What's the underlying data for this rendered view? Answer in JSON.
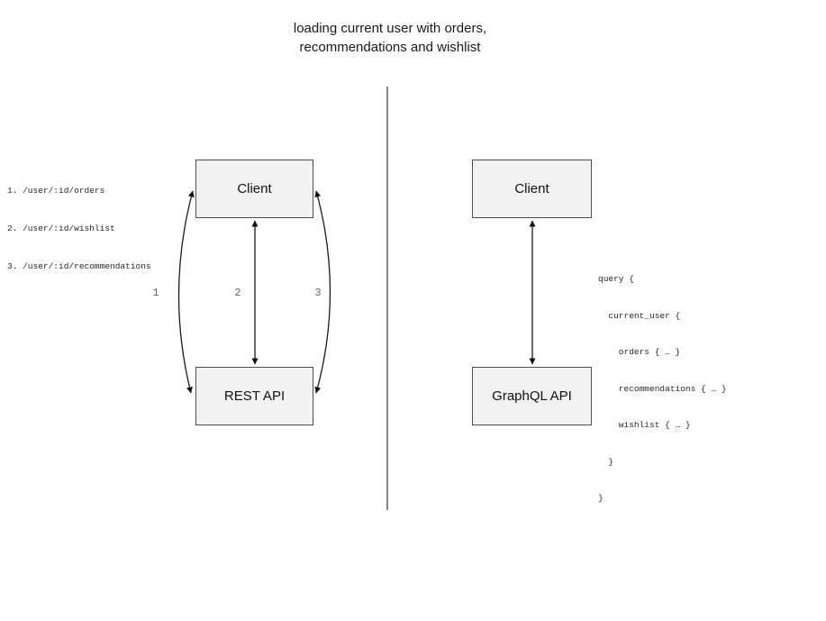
{
  "title": {
    "line1": "loading current user with orders,",
    "line2": "recommendations and wishlist"
  },
  "colors": {
    "box_fill": "#f2f2f2",
    "box_border": "#4d4d4d",
    "arrow": "#1a1a1a",
    "divider": "#666666",
    "code_text": "#262626",
    "arrow_label_text": "#666666"
  },
  "rest_panel": {
    "endpoints": [
      "1. /user/:id/orders",
      "2. /user/:id/wishlist",
      "3. /user/:id/recommendations"
    ],
    "client_label": "Client",
    "api_label": "REST API",
    "arrow_labels": [
      "1",
      "2",
      "3"
    ]
  },
  "graphql_panel": {
    "client_label": "Client",
    "api_label": "GraphQL API",
    "query_lines": [
      "query {",
      "  current_user {",
      "    orders { … }",
      "    recommendations { … }",
      "    wishlist { … }",
      "  }",
      "}"
    ]
  }
}
